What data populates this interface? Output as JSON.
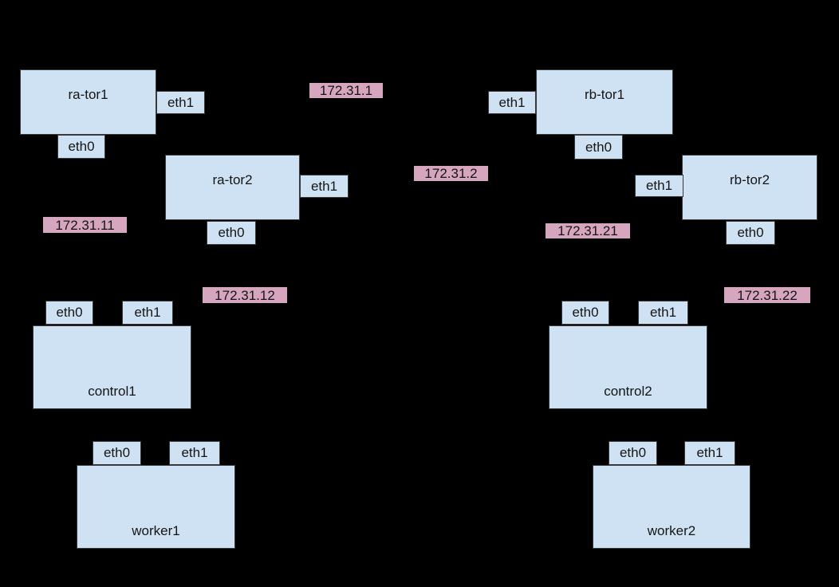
{
  "colors": {
    "background": "#000000",
    "node_fill": "#cfe2f3",
    "node_border": "#3a3a3a",
    "port_border": "#3a3a3a",
    "ip_fill": "#d5a6bd",
    "text": "#151515"
  },
  "nodes": [
    {
      "id": "ra-tor1",
      "label": "ra-tor1",
      "type": "tor-switch"
    },
    {
      "id": "ra-tor2",
      "label": "ra-tor2",
      "type": "tor-switch"
    },
    {
      "id": "rb-tor1",
      "label": "rb-tor1",
      "type": "tor-switch"
    },
    {
      "id": "rb-tor2",
      "label": "rb-tor2",
      "type": "tor-switch"
    },
    {
      "id": "control1",
      "label": "control1",
      "type": "host"
    },
    {
      "id": "control2",
      "label": "control2",
      "type": "host"
    },
    {
      "id": "worker1",
      "label": "worker1",
      "type": "host"
    },
    {
      "id": "worker2",
      "label": "worker2",
      "type": "host"
    }
  ],
  "ports": [
    {
      "host": "ra-tor1",
      "label": "eth1"
    },
    {
      "host": "ra-tor1",
      "label": "eth0"
    },
    {
      "host": "ra-tor2",
      "label": "eth1"
    },
    {
      "host": "ra-tor2",
      "label": "eth0"
    },
    {
      "host": "rb-tor1",
      "label": "eth1"
    },
    {
      "host": "rb-tor1",
      "label": "eth0"
    },
    {
      "host": "rb-tor2",
      "label": "eth1"
    },
    {
      "host": "rb-tor2",
      "label": "eth0"
    },
    {
      "host": "control1",
      "label": "eth0"
    },
    {
      "host": "control1",
      "label": "eth1"
    },
    {
      "host": "control2",
      "label": "eth0"
    },
    {
      "host": "control2",
      "label": "eth1"
    },
    {
      "host": "worker1",
      "label": "eth0"
    },
    {
      "host": "worker1",
      "label": "eth1"
    },
    {
      "host": "worker2",
      "label": "eth0"
    },
    {
      "host": "worker2",
      "label": "eth1"
    }
  ],
  "ip_labels": [
    {
      "label": "172.31.1"
    },
    {
      "label": "172.31.2"
    },
    {
      "label": "172.31.11"
    },
    {
      "label": "172.31.12"
    },
    {
      "label": "172.31.21"
    },
    {
      "label": "172.31.22"
    }
  ]
}
